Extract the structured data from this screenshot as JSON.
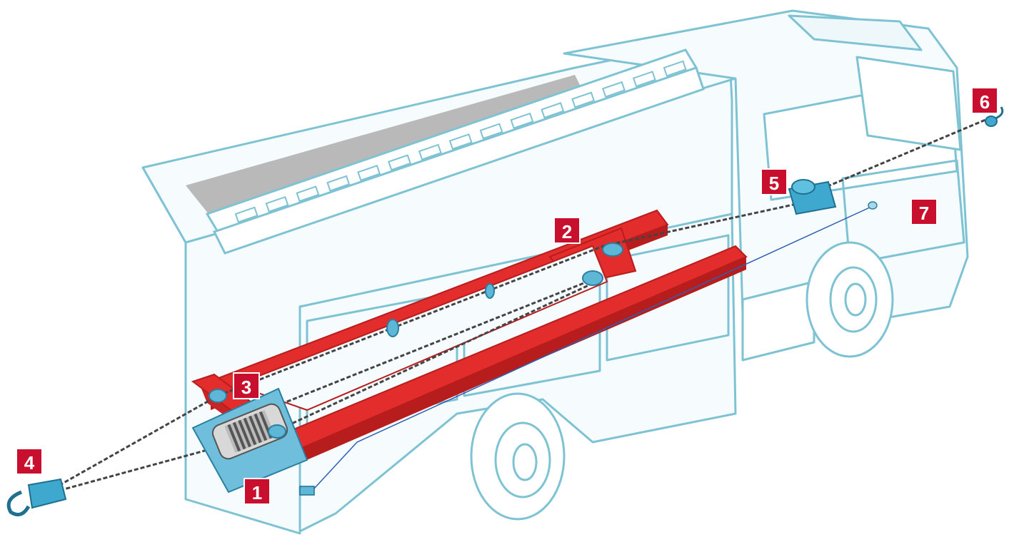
{
  "colors": {
    "outline": "#7ec3d3",
    "outline_dark": "#4f9fb3",
    "body_fill": "#f2fafc",
    "frame_red": "#e32c2c",
    "frame_red_dark": "#b81d1d",
    "fitting_blue": "#3fa8cf",
    "cable": "#4a4a4a",
    "callout_bg": "#c8102e",
    "wire_blue": "#2b5fb3"
  },
  "callouts": [
    "1",
    "2",
    "3",
    "4",
    "5",
    "6",
    "7"
  ]
}
